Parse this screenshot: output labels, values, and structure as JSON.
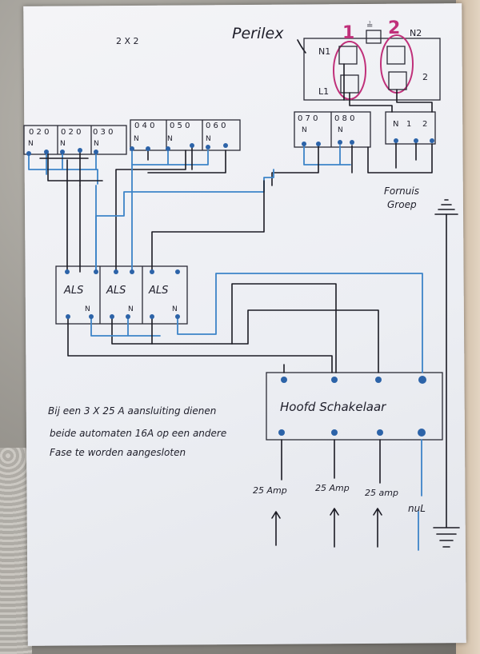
{
  "title_perilex": "Perilex",
  "note_2x2": "2 X 2",
  "perilex": {
    "marker_1": "1",
    "marker_2": "2",
    "n1": "N1",
    "n2": "N2",
    "l1": "L1",
    "pin_2": "2",
    "ground_sym": "≟"
  },
  "groups_left": [
    "0 2 0",
    "0 2 0",
    "0 3 0"
  ],
  "groups_mid": [
    "0 4 0",
    "0 5 0",
    "0 6 0"
  ],
  "groups_right": [
    "0 7 0",
    "0 8 0"
  ],
  "perilex_socket_labels": [
    "N",
    "1",
    "2"
  ],
  "n_label": "N",
  "fornuis": "Fornuis",
  "groep": "Groep",
  "als_label": "ALS",
  "main_switch": "Hoofd Schakelaar",
  "note_lines": [
    "Bij een 3 X 25 A aansluiting dienen",
    "beide automaten 16A op een andere",
    "Fase te worden aangesloten"
  ],
  "feeds": [
    "25 Amp",
    "25 Amp",
    "25 amp",
    "nuL"
  ],
  "colors": {
    "ink": "#1b1b24",
    "blue": "#3d84c8",
    "magenta": "#c0307a"
  }
}
